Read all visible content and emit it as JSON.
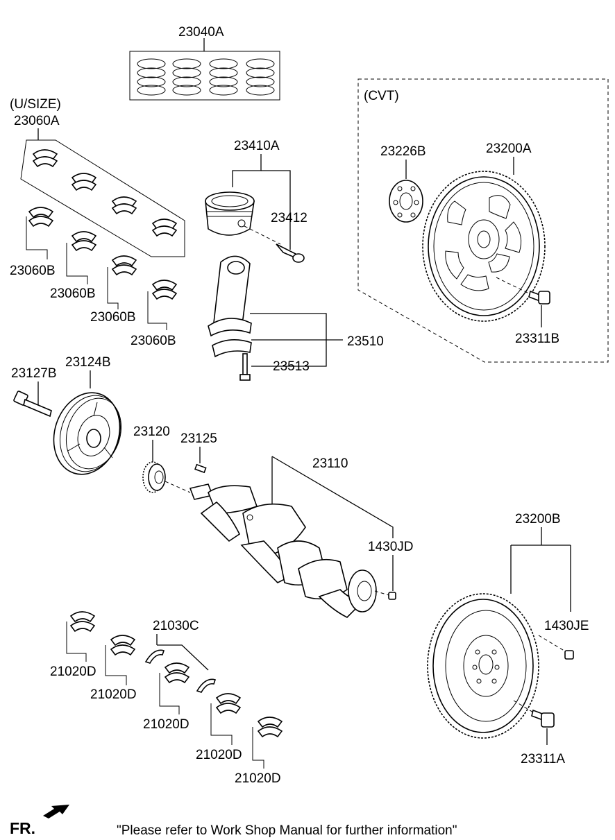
{
  "parts": {
    "p23040A": "23040A",
    "usize": "(U/SIZE)",
    "p23060A": "23060A",
    "p23060B": "23060B",
    "p23410A": "23410A",
    "p23412": "23412",
    "p23510": "23510",
    "p23513": "23513",
    "cvt": "(CVT)",
    "p23226B": "23226B",
    "p23200A": "23200A",
    "p23311B": "23311B",
    "p23127B": "23127B",
    "p23124B": "23124B",
    "p23120": "23120",
    "p23125": "23125",
    "p23110": "23110",
    "p1430JD": "1430JD",
    "p23200B": "23200B",
    "p1430JE": "1430JE",
    "p23311A": "23311A",
    "p21030C": "21030C",
    "p21020D": "21020D"
  },
  "footer": {
    "fr": "FR.",
    "note": "\"Please refer to Work Shop Manual for further information\""
  }
}
